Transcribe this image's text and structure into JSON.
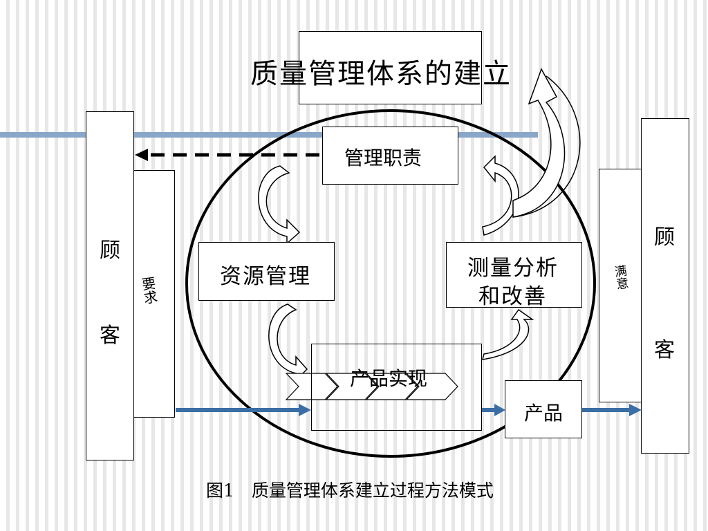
{
  "title": "质量管理体系的建立",
  "left_customer": {
    "line1": "顾",
    "line2": "客"
  },
  "right_customer": {
    "line1": "顾",
    "line2": "客"
  },
  "requirements": "要求",
  "satisfaction": "满意",
  "management_responsibility": "管理职责",
  "resource_management": "资源管理",
  "measurement": {
    "line1": "测量分析",
    "line2": "和改善"
  },
  "product_realization": "产品实现",
  "product": "产品",
  "caption": "图1　质量管理体系建立过程方法模式",
  "colors": {
    "blue_arrow": "#3a6ea5",
    "band": "#8aa6c9"
  }
}
